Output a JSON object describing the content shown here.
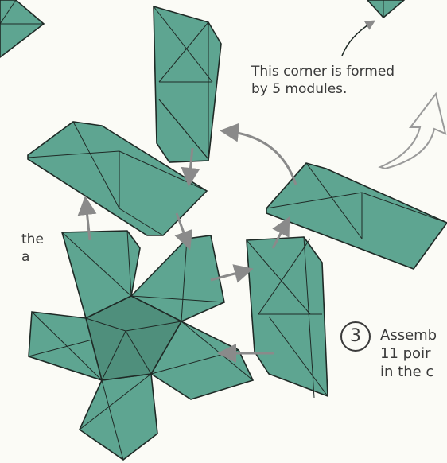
{
  "callout": {
    "line1": "This corner is formed",
    "line2": "by 5 modules."
  },
  "left_note": {
    "line1": "the",
    "line2": "a"
  },
  "step": {
    "number": "3",
    "line1": "Assemb",
    "line2": "11 poir",
    "line3": "in the c"
  },
  "colors": {
    "paper": "#5ea591",
    "paper_shade": "#4f8f7c",
    "outline": "#1f2a26",
    "arrow": "#8a8a8a",
    "background": "#fbfbf6"
  }
}
